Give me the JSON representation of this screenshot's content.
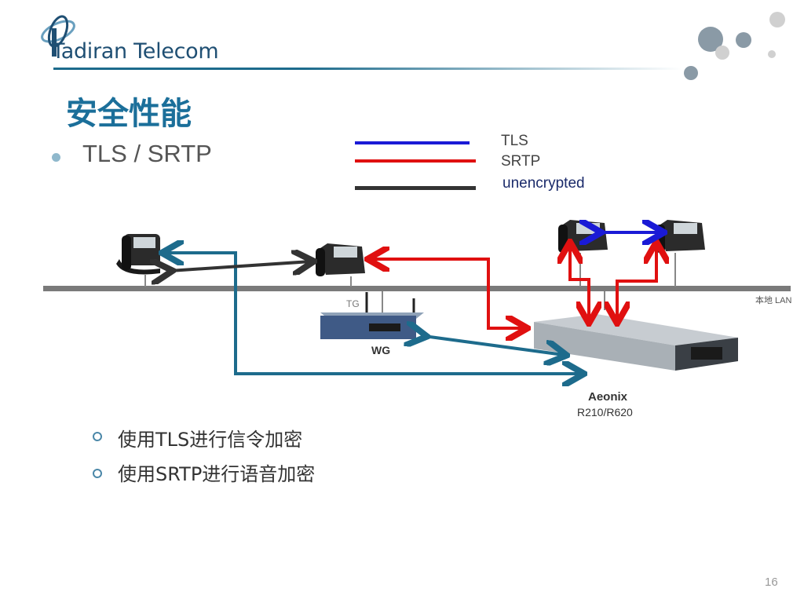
{
  "header": {
    "logo_text": "Tadiran Telecom",
    "title": "安全性能"
  },
  "bullets": {
    "main": "TLS / SRTP",
    "sub": [
      "使用TLS进行信令加密",
      "使用SRTP进行语音加密"
    ]
  },
  "legend": [
    {
      "label": "TLS",
      "color": "#1a1ad6"
    },
    {
      "label": "SRTP",
      "color": "#e01010"
    },
    {
      "label": "unencrypted",
      "color": "#333333"
    }
  ],
  "diagram": {
    "lan_label": "本地 LAN",
    "gateway_top_label": "TG",
    "gateway_label": "WG",
    "server_name": "Aeonix",
    "server_model": "R210/R620"
  },
  "colors": {
    "title": "#1b6f9a",
    "teal_link": "#1d6b8c",
    "lan_bar": "#7a7a7a"
  },
  "page_number": "16"
}
